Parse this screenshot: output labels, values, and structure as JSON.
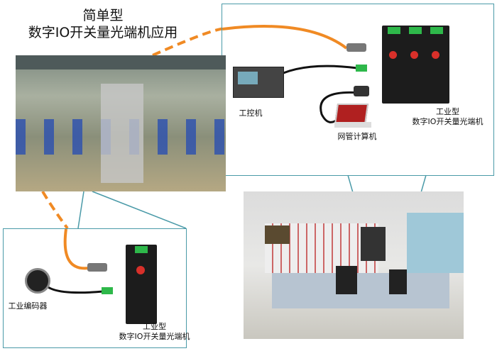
{
  "title": {
    "line1": "简单型",
    "line2": "数字IO开关量光端机应用"
  },
  "top_box": {
    "ipc_label": "工控机",
    "laptop_label": "网管计算机",
    "device_label_line1": "工业型",
    "device_label_line2": "数字IO开关量光端机"
  },
  "bottom_box": {
    "encoder_label": "工业编码器",
    "device_label_line1": "工业型",
    "device_label_line2": "数字IO开关量光端机"
  },
  "colors": {
    "fiber": "#f08a24",
    "border": "#4a9aa8"
  }
}
